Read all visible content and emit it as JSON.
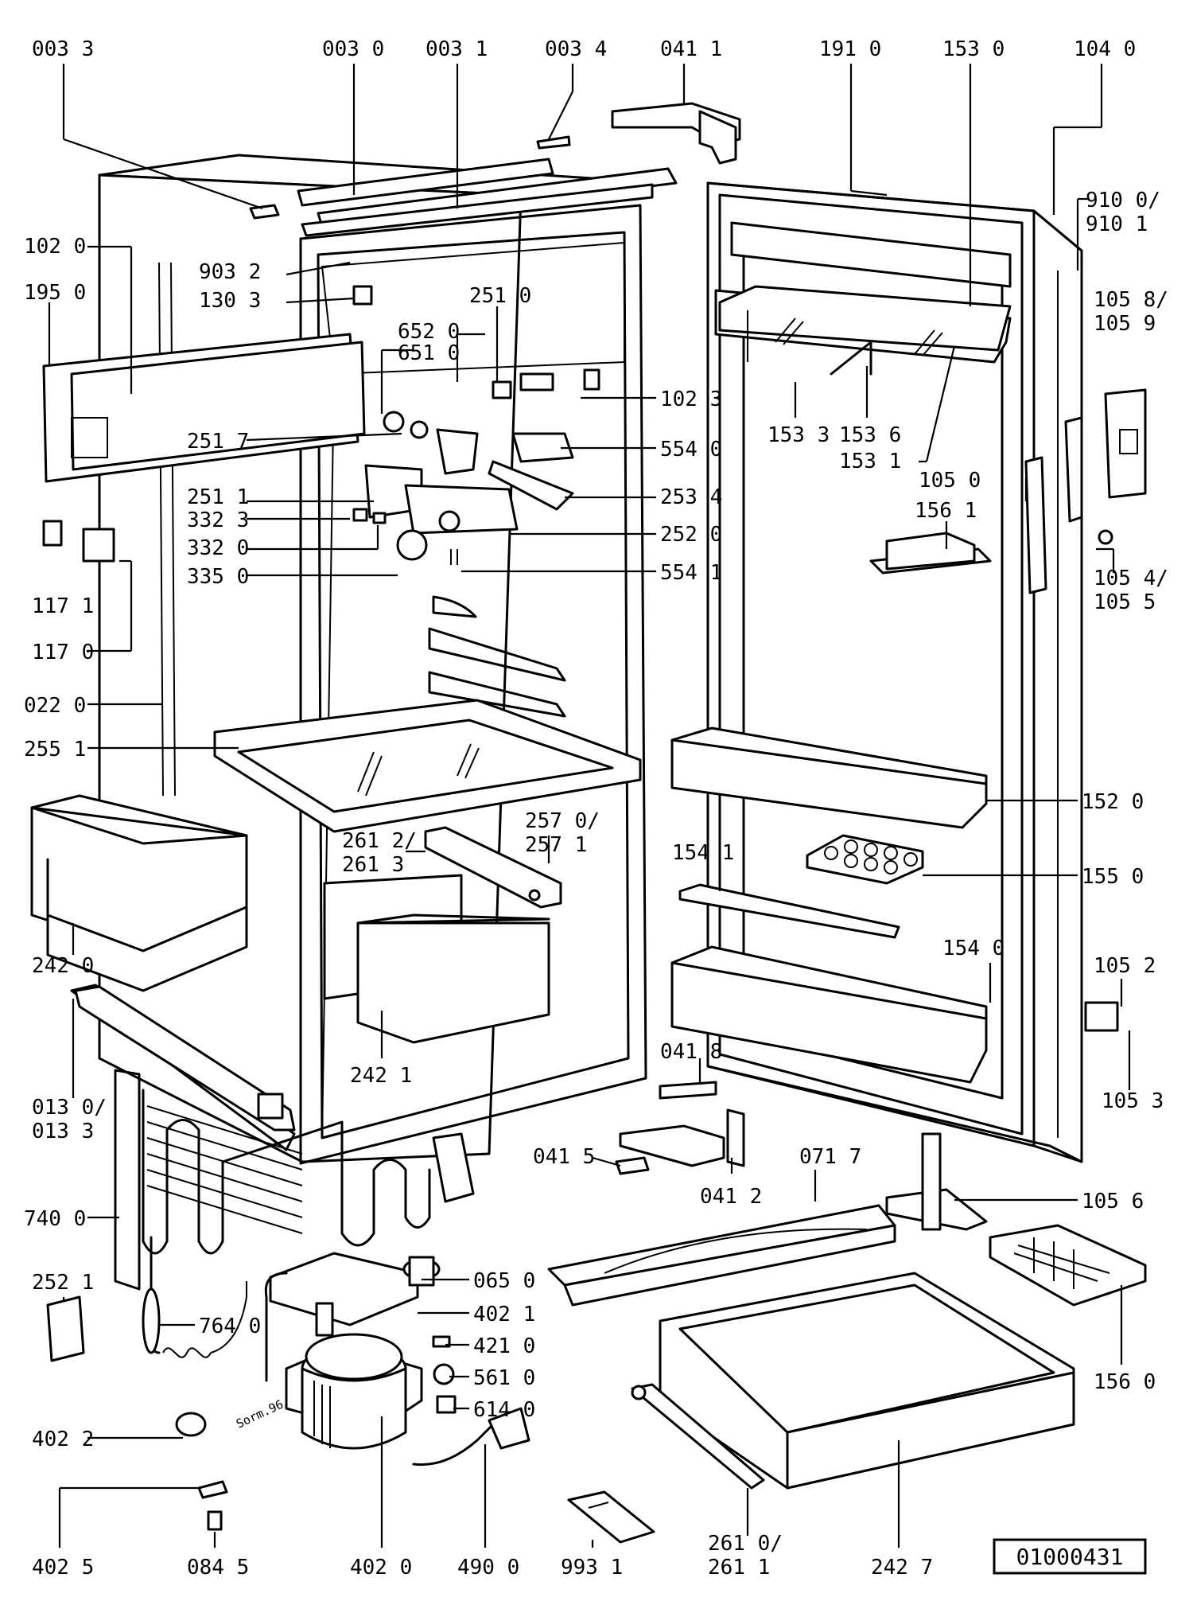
{
  "diagram": {
    "type": "exploded-parts-view",
    "drawing_number": "01000431",
    "handwritten_note": "Sorm.96",
    "labels": [
      {
        "id": "003_3",
        "text": "003 3"
      },
      {
        "id": "003_0",
        "text": "003 0"
      },
      {
        "id": "003_1",
        "text": "003 1"
      },
      {
        "id": "003_4",
        "text": "003 4"
      },
      {
        "id": "041_1",
        "text": "041 1"
      },
      {
        "id": "191_0",
        "text": "191 0"
      },
      {
        "id": "153_0",
        "text": "153 0"
      },
      {
        "id": "104_0",
        "text": "104 0"
      },
      {
        "id": "910_0",
        "text": "910 0/"
      },
      {
        "id": "910_1",
        "text": "910 1"
      },
      {
        "id": "102_0",
        "text": "102 0"
      },
      {
        "id": "903_2",
        "text": "903 2"
      },
      {
        "id": "195_0",
        "text": "195 0"
      },
      {
        "id": "130_3",
        "text": "130 3"
      },
      {
        "id": "251_0",
        "text": "251 0"
      },
      {
        "id": "105_8",
        "text": "105 8/"
      },
      {
        "id": "105_9",
        "text": "105 9"
      },
      {
        "id": "652_0",
        "text": "652 0"
      },
      {
        "id": "651_0",
        "text": "651 0"
      },
      {
        "id": "102_3",
        "text": "102 3"
      },
      {
        "id": "153_3",
        "text": "153 3"
      },
      {
        "id": "153_6",
        "text": "153 6"
      },
      {
        "id": "251_7",
        "text": "251 7"
      },
      {
        "id": "554_0",
        "text": "554 0"
      },
      {
        "id": "153_1",
        "text": "153 1"
      },
      {
        "id": "105_0",
        "text": "105 0"
      },
      {
        "id": "156_1",
        "text": "156 1"
      },
      {
        "id": "251_1",
        "text": "251 1"
      },
      {
        "id": "253_4",
        "text": "253 4"
      },
      {
        "id": "332_3",
        "text": "332 3"
      },
      {
        "id": "332_0",
        "text": "332 0"
      },
      {
        "id": "252_0",
        "text": "252 0"
      },
      {
        "id": "335_0",
        "text": "335 0"
      },
      {
        "id": "554_1",
        "text": "554 1"
      },
      {
        "id": "105_4",
        "text": "105 4/"
      },
      {
        "id": "105_5",
        "text": "105 5"
      },
      {
        "id": "117_1",
        "text": "117 1"
      },
      {
        "id": "117_0",
        "text": "117 0"
      },
      {
        "id": "022_0",
        "text": "022 0"
      },
      {
        "id": "255_1",
        "text": "255 1"
      },
      {
        "id": "152_0",
        "text": "152 0"
      },
      {
        "id": "257_0",
        "text": "257 0/"
      },
      {
        "id": "257_1",
        "text": "257 1"
      },
      {
        "id": "261_2",
        "text": "261 2/"
      },
      {
        "id": "261_3",
        "text": "261 3"
      },
      {
        "id": "154_1",
        "text": "154 1"
      },
      {
        "id": "155_0",
        "text": "155 0"
      },
      {
        "id": "154_0",
        "text": "154 0"
      },
      {
        "id": "242_0",
        "text": "242 0"
      },
      {
        "id": "105_2",
        "text": "105 2"
      },
      {
        "id": "242_1",
        "text": "242 1"
      },
      {
        "id": "041_8",
        "text": "041 8"
      },
      {
        "id": "013_0",
        "text": "013 0/"
      },
      {
        "id": "013_3",
        "text": "013 3"
      },
      {
        "id": "105_3",
        "text": "105 3"
      },
      {
        "id": "041_5",
        "text": "041 5"
      },
      {
        "id": "071_7",
        "text": "071 7"
      },
      {
        "id": "041_2",
        "text": "041 2"
      },
      {
        "id": "740_0",
        "text": "740 0"
      },
      {
        "id": "105_6",
        "text": "105 6"
      },
      {
        "id": "065_0",
        "text": "065 0"
      },
      {
        "id": "252_1",
        "text": "252 1"
      },
      {
        "id": "402_1",
        "text": "402 1"
      },
      {
        "id": "764_0",
        "text": "764 0"
      },
      {
        "id": "421_0",
        "text": "421 0"
      },
      {
        "id": "561_0",
        "text": "561 0"
      },
      {
        "id": "156_0",
        "text": "156 0"
      },
      {
        "id": "614_0",
        "text": "614 0"
      },
      {
        "id": "402_2",
        "text": "402 2"
      },
      {
        "id": "402_5",
        "text": "402 5"
      },
      {
        "id": "084_5",
        "text": "084 5"
      },
      {
        "id": "402_0",
        "text": "402 0"
      },
      {
        "id": "490_0",
        "text": "490 0"
      },
      {
        "id": "993_1",
        "text": "993 1"
      },
      {
        "id": "261_0",
        "text": "261 0/"
      },
      {
        "id": "261_1",
        "text": "261 1"
      },
      {
        "id": "242_7",
        "text": "242 7"
      }
    ]
  }
}
